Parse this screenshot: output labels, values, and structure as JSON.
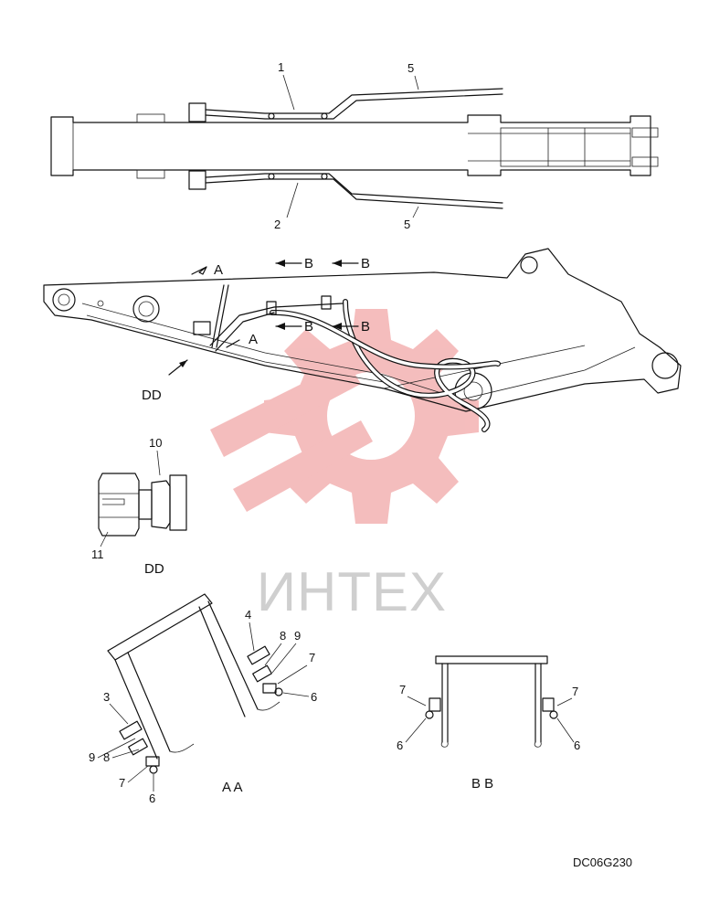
{
  "drawing_code": "DC06G230",
  "watermark_text": "ИНТЕХ",
  "colors": {
    "line": "#111111",
    "watermark_gear": "#f3b2b2",
    "watermark_text": "#cfcfcf"
  },
  "top_view": {
    "callouts": [
      "1",
      "2",
      "5",
      "5"
    ]
  },
  "side_view": {
    "section_marks": [
      "A",
      "A",
      "B",
      "B",
      "B",
      "B"
    ],
    "detail_label": "DD"
  },
  "detail_dd": {
    "callouts": [
      "10",
      "11"
    ],
    "label": "DD"
  },
  "section_aa": {
    "callouts": [
      "4",
      "8",
      "9",
      "7",
      "6",
      "3",
      "9",
      "8",
      "7",
      "6"
    ],
    "label": "A A"
  },
  "section_bb": {
    "callouts": [
      "7",
      "7",
      "6",
      "6"
    ],
    "label": "B B"
  }
}
